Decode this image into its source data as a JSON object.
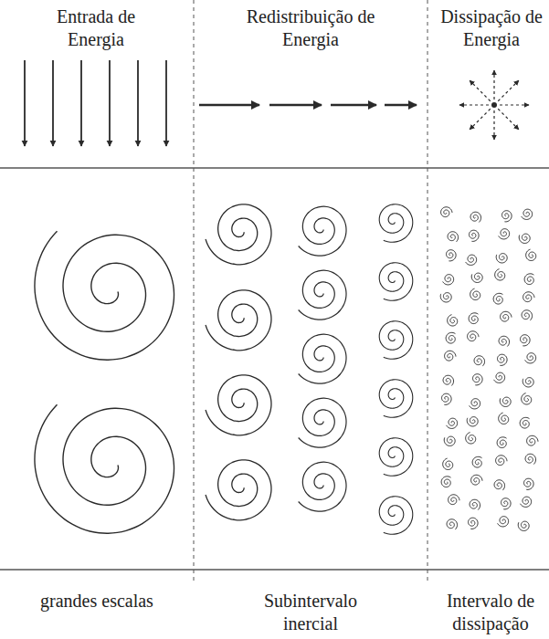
{
  "diagram": {
    "labels": [
      "Entrada de Energia",
      "Redistribuição de Energia",
      "Dissipação de Energia",
      "grandes escalas",
      "Subintervalo inercial",
      "Intervalo de dissipação"
    ]
  }
}
